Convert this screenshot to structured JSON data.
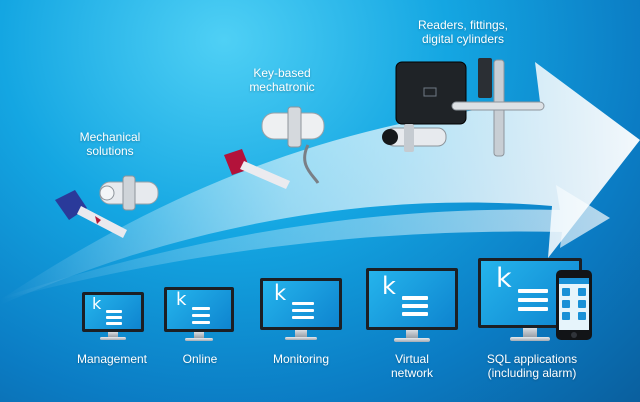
{
  "stages": [
    {
      "label": "Mechanical\nsolutions"
    },
    {
      "label": "Key-based\nmechatronic"
    },
    {
      "label": "Readers, fittings,\ndigital cylinders"
    }
  ],
  "software": [
    {
      "label": "Management",
      "logo": "k"
    },
    {
      "label": "Online",
      "logo": "k"
    },
    {
      "label": "Monitoring",
      "logo": "k"
    },
    {
      "label": "Virtual\nnetwork",
      "logo": "k"
    },
    {
      "label": "SQL applications\n(including alarm)",
      "logo": "k"
    }
  ],
  "colors": {
    "background": "#14a6e2",
    "arrow": "#ffffff",
    "key_blue": "#2a3a9a",
    "key_red": "#b3123a"
  },
  "icons": [
    "arrow-icon",
    "mechanical-key-icon",
    "mechatronic-key-icon",
    "reader-icon",
    "monitor-icon",
    "smartphone-icon"
  ]
}
